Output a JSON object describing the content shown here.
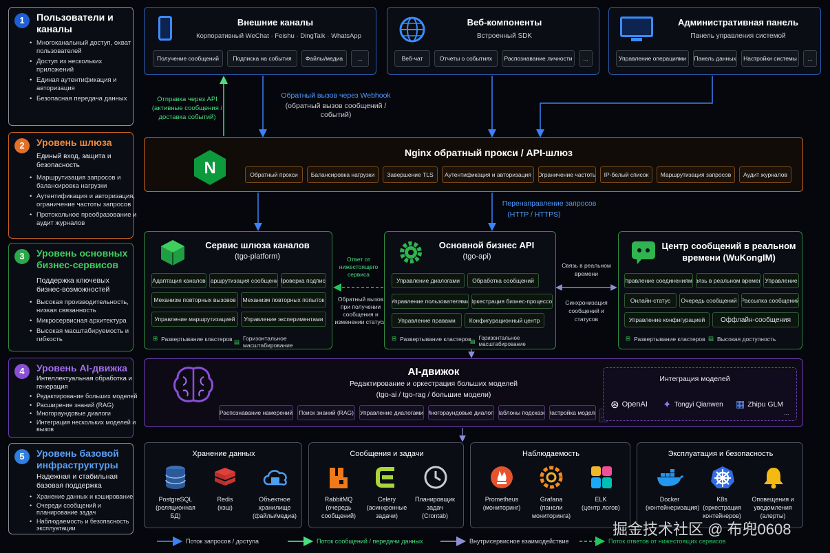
{
  "left_layers": [
    {
      "num": "1",
      "title": "Пользователи и каналы",
      "subtitle": "",
      "color": "#1f5fd6",
      "border": "#8a8f99",
      "bullets": [
        "Многоканальный доступ, охват пользователей",
        "Доступ из нескольких приложений",
        "Единая аутентификация и авторизация",
        "Безопасная передача данных"
      ]
    },
    {
      "num": "2",
      "title": "Уровень шлюза",
      "subtitle": "Единый вход, защита и безопасность",
      "color": "#e0702a",
      "border": "#c8621f",
      "bullets": [
        "Маршрутизация запросов и балансировка нагрузки",
        "Аутентификация и авторизация, ограничение частоты запросов",
        "Протокольное преобразование и аудит журналов"
      ]
    },
    {
      "num": "3",
      "title": "Уровень основных бизнес-сервисов",
      "subtitle": "Поддержка ключевых бизнес-возможностей",
      "color": "#2aa84a",
      "border": "#2f8a3e",
      "bullets": [
        "Высокая производительность, низкая связанность",
        "Микросервисная архитектура",
        "Высокая масштабируемость и гибкость"
      ]
    },
    {
      "num": "4",
      "title": "Уровень AI-движка",
      "subtitle": "Интеллектуальная обработка и генерация",
      "color": "#8a4fd6",
      "border": "#6a3cb0",
      "bullets": [
        "Редактирование больших моделей",
        "Расширение знаний (RAG)",
        "Многораундовые диалоги",
        "Интеграция нескольких моделей и вызов"
      ]
    },
    {
      "num": "5",
      "title": "Уровень базовой инфраструктуры",
      "subtitle": "Надежная и стабильная базовая поддержка",
      "color": "#2f7fe0",
      "border": "#8a8f99",
      "bullets": [
        "Хранение данных и кэширование",
        "Очереди сообщений и планирование задач",
        "Наблюдаемость и безопасность эксплуатации"
      ]
    }
  ],
  "channels": {
    "external": {
      "title": "Внешние каналы",
      "subtitle": "Корпоративный WeChat · Feishu · DingTalk · WhatsApp",
      "chips": [
        "Получение сообщений",
        "Подписка на события",
        "Файлы/медиа",
        "..."
      ]
    },
    "web": {
      "title": "Веб-компоненты",
      "subtitle": "Встроенный SDK",
      "chips": [
        "Веб-чат",
        "Отчеты о событиях",
        "Распознавание личности",
        "..."
      ]
    },
    "admin": {
      "title": "Административная панель",
      "subtitle": "Панель управления системой",
      "chips": [
        "Управление операциями",
        "Панель данных",
        "Настройки системы",
        "..."
      ]
    }
  },
  "arrows_top": {
    "send_api": "Отправка через API (активные сообщения / доставка событий)",
    "webhook_title": "Обратный вызов через Webhook",
    "webhook_sub": "(обратный вызов сообщений / событий)"
  },
  "gateway": {
    "title": "Nginx обратный прокси / API-шлюз",
    "chips": [
      "Обратный прокси",
      "Балансировка нагрузки",
      "Завершение TLS",
      "Аутентификация и авторизация",
      "Ограничение частоты",
      "IP-белый список",
      "Маршрутизация запросов",
      "Аудит журналов"
    ],
    "forward_title": "Перенаправление запросов",
    "forward_sub": "(HTTP / HTTPS)"
  },
  "services": {
    "platform": {
      "title": "Сервис шлюза каналов",
      "subtitle": "(tgo-platform)",
      "chips": [
        "Адаптация каналов",
        "Маршрутизация сообщений",
        "Проверка подписи",
        "Механизм повторных вызовов",
        "Механизм повторных попыток",
        "Управление маршрутизацией",
        "Управление экспериментами"
      ],
      "foot1": "Развертывание кластеров",
      "foot2": "Горизонтальное масштабирование"
    },
    "api": {
      "title": "Основной бизнес API",
      "subtitle": "(tgo-api)",
      "chips": [
        "Управление диалогами",
        "Обработка сообщений",
        "Управление пользователями",
        "Оркестрация бизнес-процессов",
        "Управление правами",
        "Конфигурационный центр"
      ],
      "foot1": "Развертывание кластеров",
      "foot2": "Горизонтальное масштабирование"
    },
    "im": {
      "title": "Центр сообщений в реальном времени (WuKongIM)",
      "chips": [
        "Управление соединениями",
        "Связь в реальном времени",
        "Управление",
        "Онлайн-статус",
        "Очередь сообщений",
        "Рассылка сообщений",
        "Управление конфигурацией",
        "Оффлайн-сообщения"
      ],
      "foot1": "Развертывание кластеров",
      "foot2": "Высокая доступность"
    },
    "reply_label": "Ответ от нижестоящего сервиса",
    "callback_label": "Обратный вызов при получении сообщения и изменении статуса",
    "rt_link": "Связь в реальном времени",
    "sync_label": "Синхронизация сообщений и статусов"
  },
  "ai": {
    "title": "AI-движок",
    "subtitle": "Редактирование и оркестрация больших моделей",
    "subtitle2": "(tgo-ai / tgo-rag / большие модели)",
    "chips": [
      "Распознавание намерений",
      "Поиск знаний (RAG)",
      "Управление диалогами",
      "Многораундовые диалоги",
      "Шаблоны подсказок",
      "Настройка модели",
      "..."
    ],
    "models_title": "Интеграция моделей",
    "models": [
      "OpenAI",
      "Tongyi Qianwen",
      "Zhipu GLM"
    ],
    "more": "..."
  },
  "infra": [
    {
      "title": "Хранение данных",
      "items": [
        {
          "name": "PostgreSQL",
          "desc": "(реляционная БД)",
          "icon": "postgresql-icon"
        },
        {
          "name": "Redis",
          "desc": "(кэш)",
          "icon": "redis-icon"
        },
        {
          "name": "Объектное хранилище",
          "desc": "(файлы/медиа)",
          "icon": "cloud-storage-icon"
        }
      ]
    },
    {
      "title": "Сообщения и задачи",
      "items": [
        {
          "name": "RabbitMQ",
          "desc": "(очередь сообщений)",
          "icon": "rabbitmq-icon"
        },
        {
          "name": "Celery",
          "desc": "(асинхронные задачи)",
          "icon": "celery-icon"
        },
        {
          "name": "Планировщик задач",
          "desc": "(Crontab)",
          "icon": "clock-icon"
        }
      ]
    },
    {
      "title": "Наблюдаемость",
      "items": [
        {
          "name": "Prometheus",
          "desc": "(мониторинг)",
          "icon": "prometheus-icon"
        },
        {
          "name": "Grafana",
          "desc": "(панели мониторинга)",
          "icon": "grafana-icon"
        },
        {
          "name": "ELK",
          "desc": "(центр логов)",
          "icon": "elk-icon"
        }
      ]
    },
    {
      "title": "Эксплуатация и безопасность",
      "items": [
        {
          "name": "Docker",
          "desc": "(контейнеризация)",
          "icon": "docker-icon"
        },
        {
          "name": "K8s",
          "desc": "(оркестрация контейнеров)",
          "icon": "kubernetes-icon"
        },
        {
          "name": "Оповещения и уведомления",
          "desc": "(алерты)",
          "icon": "bell-icon"
        }
      ]
    }
  ],
  "legend": [
    {
      "label": "Поток запросов / доступа",
      "color": "#3b82f6"
    },
    {
      "label": "Поток сообщений / передачи данных",
      "color": "#4ade80"
    },
    {
      "label": "Внутрисервисное взаимодействие",
      "color": "#8b8fd6"
    },
    {
      "label": "Поток ответов от нижестоящих сервисов",
      "color": "#22c55e"
    }
  ],
  "watermark": "掘金技术社区 @ 布兜0608"
}
